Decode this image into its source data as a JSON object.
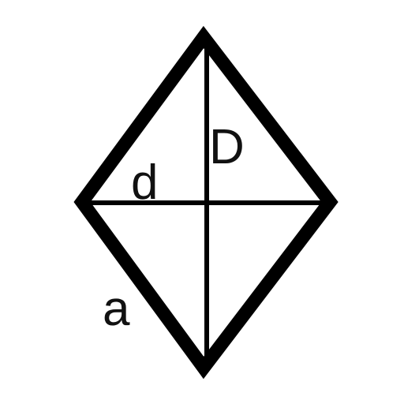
{
  "labels": {
    "long_diagonal": "D",
    "short_diagonal": "d",
    "side": "a"
  },
  "colors": {
    "stroke": "#000000",
    "text": "#111111",
    "background": "#ffffff"
  }
}
